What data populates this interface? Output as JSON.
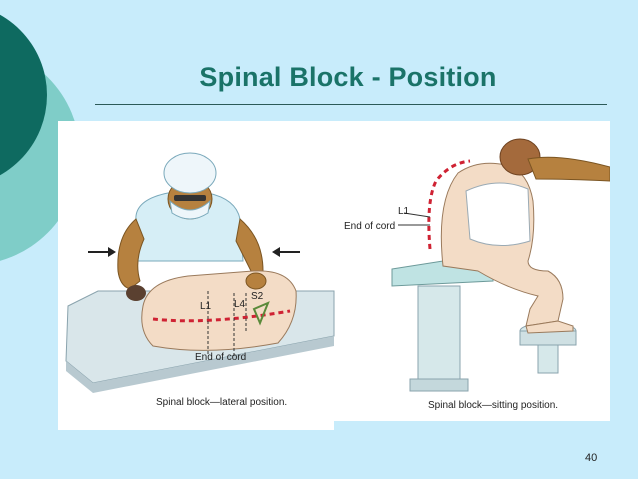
{
  "slide": {
    "title": "Spinal Block - Position",
    "page_number": "40",
    "colors": {
      "background": "#c8ecfb",
      "title": "#1a7368",
      "circle_dark": "#0e6a60",
      "circle_light": "#7fcdc8"
    }
  },
  "figure": {
    "lateral": {
      "caption": "Spinal block—lateral position.",
      "labels": {
        "l1": "L1",
        "l4": "L4",
        "s2": "S2",
        "end_of_cord": "End of cord"
      }
    },
    "sitting": {
      "caption": "Spinal block—sitting position.",
      "labels": {
        "l1": "L1",
        "end_of_cord": "End of cord"
      }
    }
  }
}
